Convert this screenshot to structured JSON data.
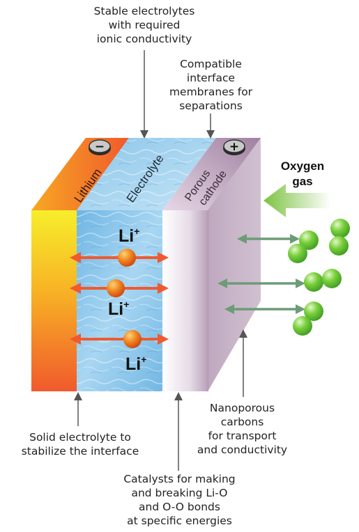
{
  "labels": {
    "top_left": "Stable electrolytes\nwith required\nionic conductivity",
    "top_right": "Compatible\ninterface\nmembranes for\nseparations",
    "bottom_left": "Solid electrolyte to\nstabilize the interface",
    "bottom_right": "Nanoporous\ncarbons\nfor transport\nand conductivity",
    "bottom_center": "Catalysts for making\nand breaking Li-O\nand O-O bonds\nat specific energies",
    "oxygen": "Oxygen\ngas"
  },
  "layers": {
    "lithium": "Lithium",
    "electrolyte": "Electrolyte",
    "cathode_line1": "Porous",
    "cathode_line2": "cathode"
  },
  "ions": {
    "symbol": "Li",
    "charge": "+"
  },
  "terminals": {
    "negative": "−",
    "positive": "+"
  },
  "colors": {
    "lithium_top": "#f6ed2a",
    "lithium_bottom": "#f15a2b",
    "electrolyte": "#8fc9ec",
    "cathode": "#e9dfe9",
    "cathode_side": "#a48aa5",
    "ion_arrow": "#ef5a2f",
    "oxygen_green": "#6fc23c",
    "exchange_arrow": "#6c9c76"
  }
}
